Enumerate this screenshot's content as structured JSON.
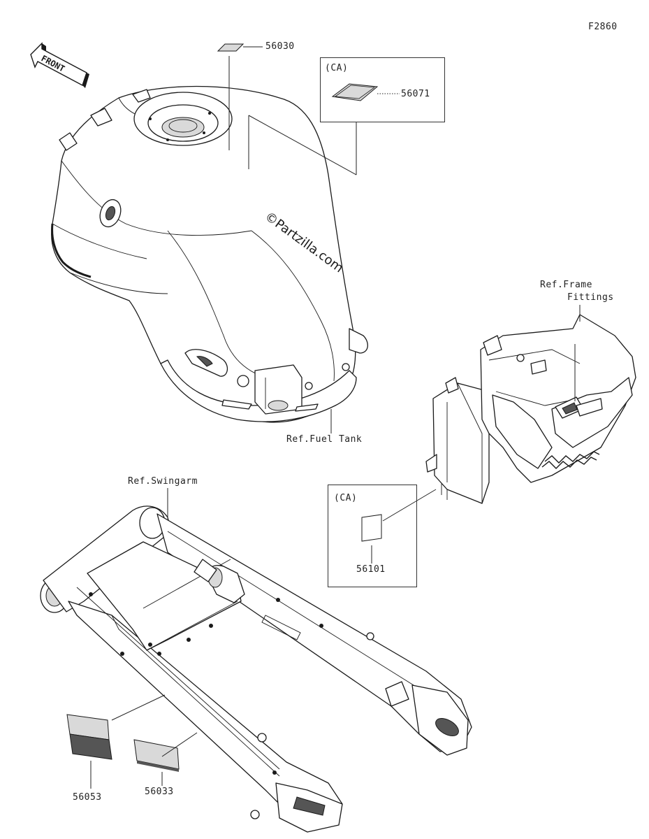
{
  "figure_id": "F2860",
  "front_arrow": {
    "label": "FRONT",
    "icon": "front-direction-arrow-icon"
  },
  "watermark": "©Partzilla.com",
  "callout_tag": "(CA)",
  "parts": [
    {
      "number": "56030"
    },
    {
      "number": "56071"
    },
    {
      "number": "56101"
    },
    {
      "number": "56053"
    },
    {
      "number": "56033"
    }
  ],
  "references": {
    "fuel_tank": "Ref.Fuel Tank",
    "swingarm": "Ref.Swingarm",
    "frame_fittings_line1": "Ref.Frame",
    "frame_fittings_line2": "Fittings"
  }
}
